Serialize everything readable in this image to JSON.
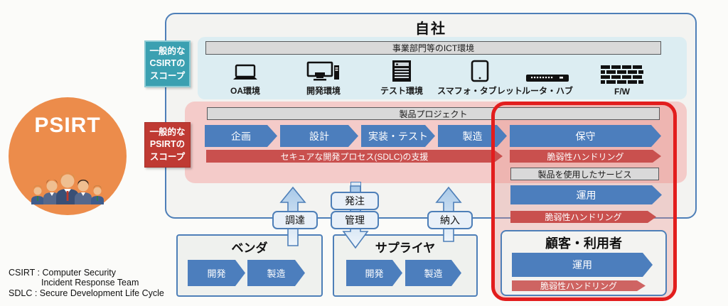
{
  "psirt_circle": {
    "label": "PSIRT"
  },
  "scopes": {
    "csirt": {
      "line1": "一般的な",
      "line2": "CSIRTの",
      "line3": "スコープ"
    },
    "psirt": {
      "line1": "一般的な",
      "line2": "PSIRTの",
      "line3": "スコープ"
    }
  },
  "company": {
    "title": "自社"
  },
  "ict": {
    "header": "事業部門等のICT環境",
    "items": [
      {
        "label": "OA環境",
        "icon": "laptop-icon"
      },
      {
        "label": "開発環境",
        "icon": "desktop-icon"
      },
      {
        "label": "テスト環境",
        "icon": "server-icon"
      },
      {
        "label": "スマフォ・タブレット",
        "icon": "tablet-icon"
      },
      {
        "label": "ルータ・ハブ",
        "icon": "router-icon"
      },
      {
        "label": "F/W",
        "icon": "firewall-icon"
      }
    ]
  },
  "product_project": {
    "header": "製品プロジェクト",
    "phases": [
      "企画",
      "設計",
      "実装・テスト",
      "製造",
      "保守"
    ],
    "sdlc_banner": "セキュアな開発プロセス(SDLC)の支援",
    "vuln_handling": "脆弱性ハンドリング"
  },
  "services": {
    "header": "製品を使用したサービス",
    "operation": "運用",
    "vuln_handling": "脆弱性ハンドリング"
  },
  "customer": {
    "title": "顧客・利用者",
    "operation": "運用",
    "vuln_handling": "脆弱性ハンドリング"
  },
  "vendor": {
    "title": "ベンダ",
    "phases": [
      "開発",
      "製造"
    ]
  },
  "supplier": {
    "title": "サプライヤ",
    "phases": [
      "開発",
      "製造"
    ]
  },
  "connectors": {
    "procurement": "調達",
    "order": "発注",
    "manage": "管理",
    "delivery": "納入"
  },
  "legend": {
    "line1": "CSIRT : Computer Security",
    "line2": "Incident Response Team",
    "line3": "SDLC : Secure Development Life Cycle"
  },
  "colors": {
    "accent_blue": "#4C7EBD",
    "accent_red": "#C9504E",
    "pink_bg": "#F4CBC9",
    "cyan_bg": "#DCEDF2",
    "outline_red": "#E21D1D",
    "circle_orange": "#EC8C4B",
    "csirt_teal": "#3BA0B1",
    "psirt_red": "#BF3A33"
  }
}
